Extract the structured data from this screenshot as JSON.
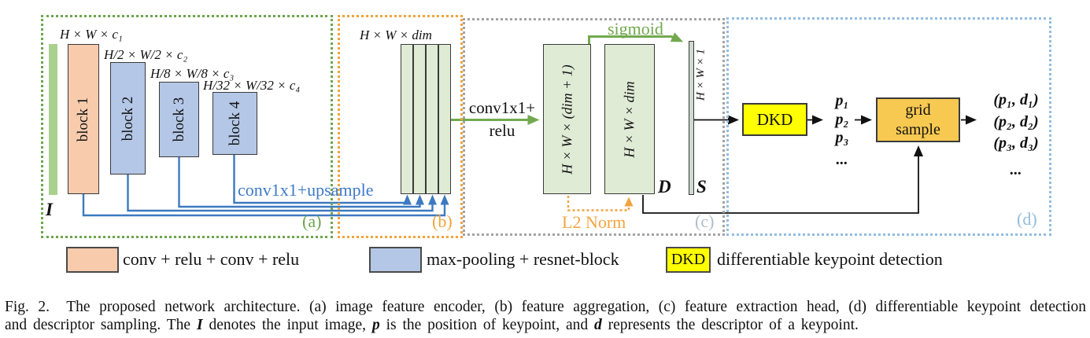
{
  "figure": {
    "sections": [
      {
        "label": "(a)",
        "color": "#6ca54c"
      },
      {
        "label": "(b)",
        "color": "#f0a43e"
      },
      {
        "label": "(c)",
        "color": "#aebfca"
      },
      {
        "label": "(d)",
        "color": "#92bce0"
      }
    ],
    "encoder": {
      "input_label": "I",
      "blocks": [
        {
          "name": "block 1",
          "dim": "H × W × c₁"
        },
        {
          "name": "block 2",
          "dim": "H/2 × W/2 × c₂"
        },
        {
          "name": "block 3",
          "dim": "H/8 × W/8 × c₃"
        },
        {
          "name": "block 4",
          "dim": "H/32 × W/32 × c₄"
        }
      ],
      "skip_label": "conv1x1+upsample"
    },
    "aggregation": {
      "dim_label": "H × W × dim"
    },
    "head": {
      "conv_label_line1": "conv1x1+",
      "conv_label_line2": "relu",
      "sigmoid_label": "sigmoid",
      "l2norm_label": "L2 Norm",
      "box1_label": "H × W × (dim + 1)",
      "box2_label": "H × W × dim",
      "descriptor_map_label": "D",
      "score_dim_label": "H × W × 1",
      "score_map_label": "S"
    },
    "dkd": {
      "box_label": "DKD",
      "points": [
        "p₁",
        "p₂",
        "p₃",
        "..."
      ],
      "grid_sample_line1": "grid",
      "grid_sample_line2": "sample",
      "outputs": [
        "(p₁, d₁)",
        "(p₂, d₂)",
        "(p₃, d₃)",
        "..."
      ]
    }
  },
  "legend": {
    "items": [
      {
        "label": "conv + relu + conv + relu",
        "swatch_color": "#f8cbad"
      },
      {
        "label": "max-pooling + resnet-block",
        "swatch_color": "#b4c7e7"
      },
      {
        "swatch_text": "DKD",
        "label": "differentiable keypoint detection",
        "swatch_color": "#ffff00"
      }
    ]
  },
  "caption": {
    "line1_segments": [
      "Fig. 2.",
      "The proposed network architecture. (a) image feature encoder, (b) feature aggregation, (c) feature extraction head, (d) differentiable keypoint detection"
    ],
    "line2_segments": [
      "and descriptor sampling. The ",
      "I",
      " denotes the input image, ",
      "p",
      " is the position of keypoint, and ",
      "d",
      " represents the descriptor of a keypoint."
    ]
  },
  "colors": {
    "conv_block_fill": "#f8cbad",
    "resnet_block_fill": "#b4c7e7",
    "input_bar_fill": "#a9d18e",
    "feature_map_fill": "#e0ebd6",
    "dkd_fill": "#ffff00",
    "grid_sample_fill": "#f8c951",
    "skip_connection_blue": "#3d7bc8",
    "sigmoid_green": "#72a94f",
    "l2norm_orange": "#f0a441"
  }
}
